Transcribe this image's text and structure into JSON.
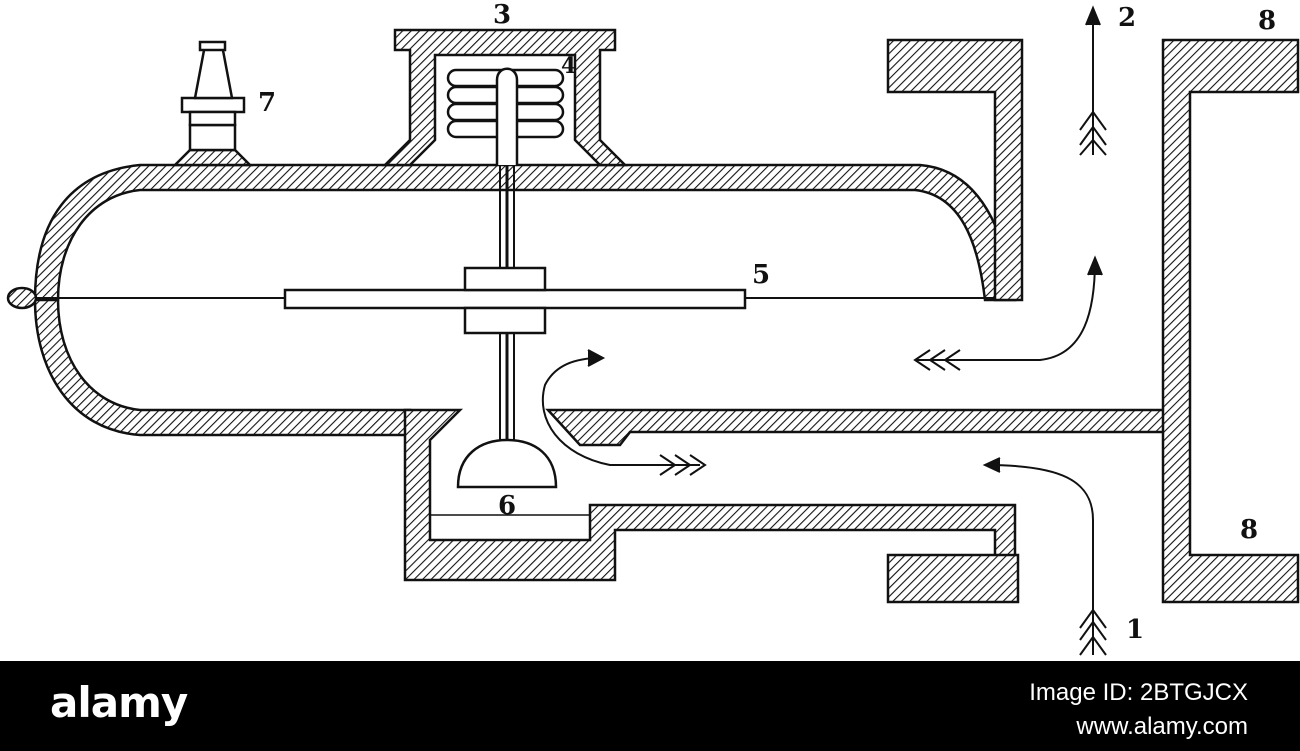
{
  "diagram": {
    "labels": {
      "part_1": "1",
      "part_2": "2",
      "part_3": "3",
      "part_4": "4",
      "part_5": "5",
      "part_6": "6",
      "part_7": "7",
      "part_8_top": "8",
      "part_8_bottom": "8"
    },
    "ink_color": "#111111",
    "paper_color": "#ffffff"
  },
  "watermark": {
    "brand": "alamy",
    "image_id": "Image ID: 2BTGJCX",
    "site": "www.alamy.com",
    "band_color": "#000000",
    "text_color": "#ffffff"
  }
}
